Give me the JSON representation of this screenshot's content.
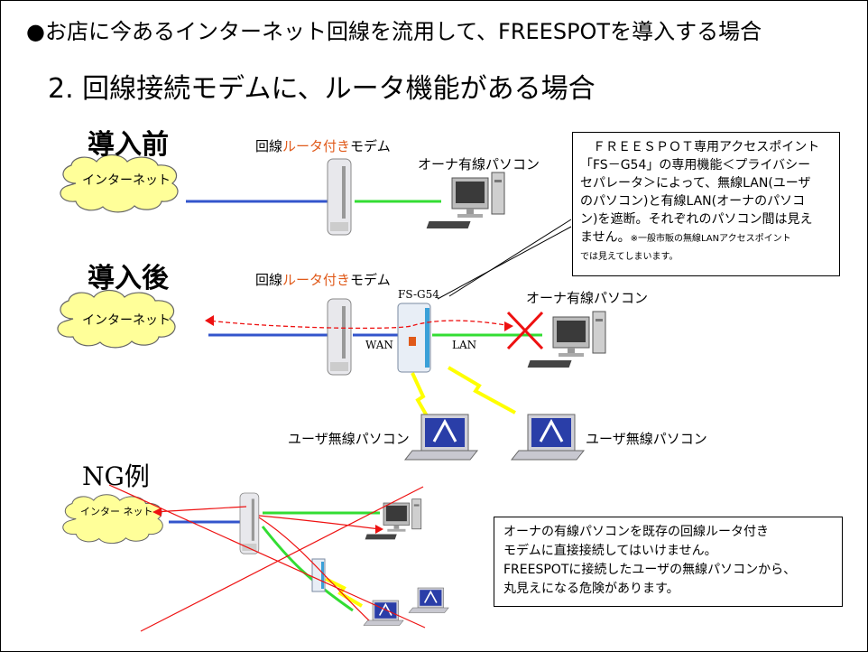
{
  "header": {
    "title": "●お店に今あるインターネット回線を流用して、FREESPOTを導入する場合"
  },
  "subtitle": "2. 回線接続モデムに、ルータ機能がある場合",
  "before": {
    "heading": "導入前",
    "internet": "インターネット",
    "modem_prefix": "回線",
    "modem_highlight": "ルータ付き",
    "modem_suffix": "モデム",
    "owner_pc": "オーナ有線パソコン"
  },
  "after": {
    "heading": "導入後",
    "internet": "インターネット",
    "modem_prefix": "回線",
    "modem_highlight": "ルータ付き",
    "modem_suffix": "モデム",
    "ap_name": "FS-G54",
    "wan": "WAN",
    "lan": "LAN",
    "owner_pc": "オーナ有線パソコン",
    "user_pc_left": "ユーザ無線パソコン",
    "user_pc_right": "ユーザ無線パソコン"
  },
  "callout_top": {
    "line1": "ＦＲＥＥＳＰＯＴ専用アクセスポイント",
    "line2": "「FS－G54」の専用機能＜プライバシー",
    "line3": "セパレータ＞によって、無線LAN(ユーザ",
    "line4": "のパソコン)と有線LAN(オーナのパソコ",
    "line5": "ン)を遮断。それぞれのパソコン間は見え",
    "line6a": "ません。",
    "line6b": "※一般市販の無線LANアクセスポイント",
    "line7": "では見えてしまいます。"
  },
  "ng": {
    "heading": "NG例",
    "internet": "インター ネット"
  },
  "callout_bottom": {
    "line1": "オーナの有線パソコンを既存の回線ルータ付き",
    "line2": "モデムに直接接続してはいけません。",
    "line3": "FREESPOTに接続したユーザの無線パソコンから、",
    "line4": "丸見えになる危険があります。"
  },
  "colors": {
    "lan_green": "#33dd33",
    "wan_blue": "#3355cc",
    "cloud_yellow": "#ffff99",
    "highlight": "#e05a1a",
    "forbid_red": "#ee1111"
  },
  "icons": [
    "cloud-icon",
    "modem-icon",
    "access-point-icon",
    "desktop-pc-icon",
    "laptop-pc-icon",
    "lightning-icon",
    "cross-mark-icon"
  ]
}
